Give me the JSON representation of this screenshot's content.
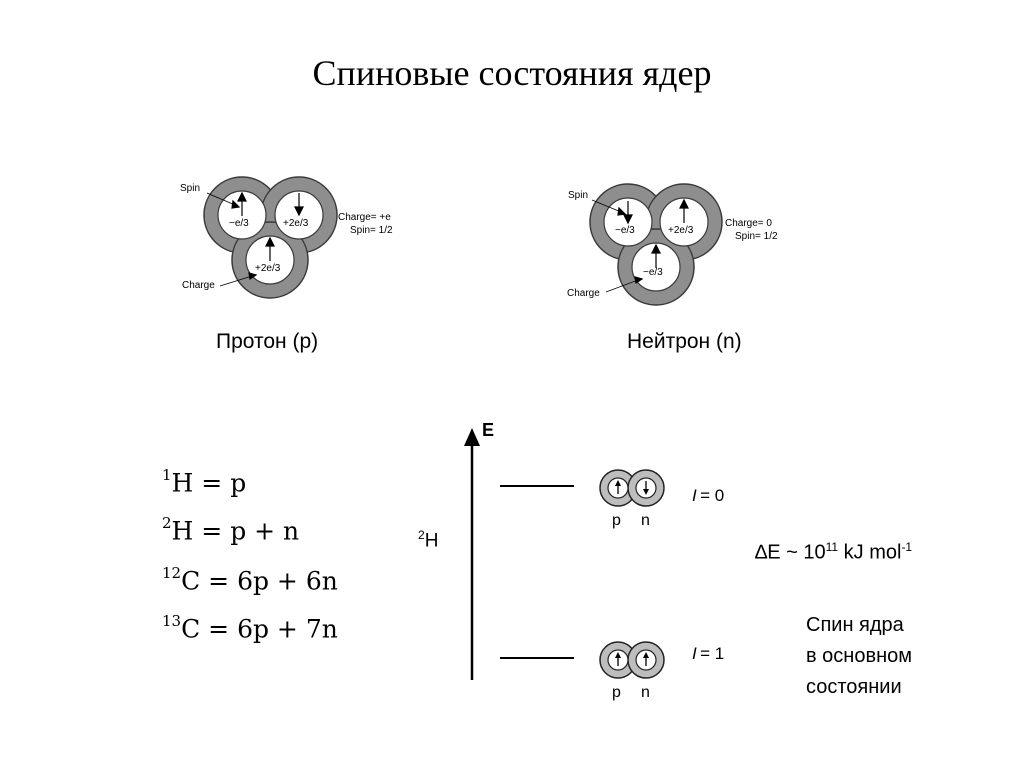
{
  "title": "Спиновые состояния ядер",
  "proton": {
    "caption": "Протон (p)",
    "spin_label": "Spin",
    "charge_label": "Charge",
    "charge_text": "Charge= +e",
    "spin_text": "Spin= 1/2",
    "quarks": [
      "−e/3",
      "+2e/3",
      "+2e/3"
    ]
  },
  "neutron": {
    "caption": "Нейтрон (n)",
    "spin_label": "Spin",
    "charge_label": "Charge",
    "charge_text": "Charge= 0",
    "spin_text": "Spin= 1/2",
    "quarks": [
      "−e/3",
      "+2e/3",
      "−e/3"
    ]
  },
  "equations": [
    {
      "mass": "1",
      "sym": "H",
      "rhs": " = p"
    },
    {
      "mass": "2",
      "sym": "H",
      "rhs": " = p + n"
    },
    {
      "mass": "12",
      "sym": "C",
      "rhs": " = 6p + 6n"
    },
    {
      "mass": "13",
      "sym": "C",
      "rhs": " = 6p + 7n"
    }
  ],
  "energy_diagram": {
    "axis_label": "E",
    "nucleus_mass": "2",
    "nucleus_sym": "H",
    "upper_level": {
      "I_label": "I",
      "I_value": "= 0",
      "p_label": "p",
      "n_label": "n"
    },
    "lower_level": {
      "I_label": "I",
      "I_value": "= 1",
      "p_label": "p",
      "n_label": "n"
    }
  },
  "delta_e": {
    "prefix": "∆E ~ 10",
    "exp": "11",
    "unit": " kJ mol",
    "unit_exp": "-1"
  },
  "note_lines": [
    "Спин ядра",
    "в основном",
    "состоянии"
  ],
  "colors": {
    "shell": "#8e8e8e",
    "shell_stroke": "#3a3a3a",
    "ball": "#bdbdbd"
  }
}
